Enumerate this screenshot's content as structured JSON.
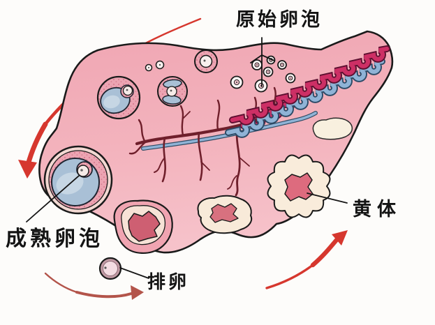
{
  "figure": {
    "type": "ovarian-cycle-illustration"
  },
  "labels": {
    "primordial_follicle": "原始卵泡",
    "mature_follicle": "成熟卵泡",
    "ovulation": "排卵",
    "corpus_luteum": "黄体"
  },
  "colors": {
    "background": "#fdfcfa",
    "ovary_pink_top": "#f0a6b3",
    "ovary_pink_bottom": "#f6c2ca",
    "outline_black": "#1a1a1a",
    "granulosa_pink": "#eca4b2",
    "granulosa_dot": "#d97e92",
    "antrum_blue": "#a9c0d6",
    "antrum_highlight": "#c6d6e4",
    "vein_blue": "#8fb3d6",
    "artery_magenta": "#cd2f65",
    "vessel_dark_red": "#6f1f2b",
    "luteum_cream": "#f9ecdb",
    "luteum_center_pink": "#dd6b7e",
    "ruptured_center_pink": "#ce5f72",
    "corpus_albicans_cream": "#f8f0df",
    "egg_ring": "#c29aa4",
    "egg_inner": "#f4dce2",
    "arrow_red": "#d6372e",
    "arrow_dark_red": "#b3544a",
    "label_text": "#141414"
  }
}
